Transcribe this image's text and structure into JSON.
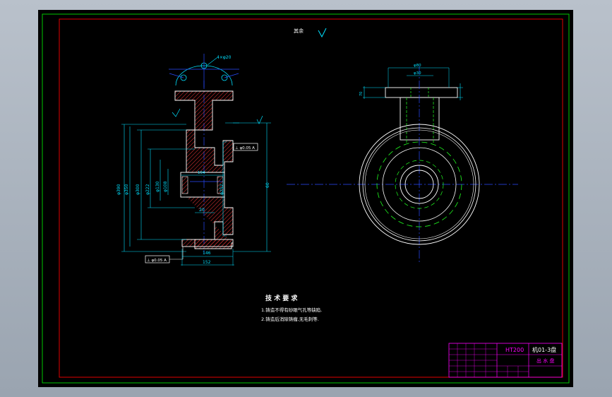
{
  "drawing": {
    "surface_roughness_note": "其余",
    "tech_requirements": {
      "title": "技 术 要 求",
      "items": [
        "1.铸造不得有砂眼气孔等缺陷.",
        "2.铸造后消除铸瘤,无毛刺等."
      ]
    },
    "dimensions": {
      "holes": "4×φ20",
      "d_outer": "φ390",
      "d_2": "φ350",
      "d_3": "φ300",
      "d_4": "φ222",
      "d_5": "φ130",
      "d_6": "φ108",
      "d_7": "φ252",
      "w_146": "146",
      "w_152": "152",
      "w_20": "20",
      "w_104": "104",
      "w_60": "60",
      "d_right_1": "φ30",
      "d_right_2": "φ80",
      "len_right": "70"
    },
    "tolerance_frames": [
      "⊥ φ0.05 A",
      "⊥ φ0.05 A"
    ],
    "datum_label": "A"
  },
  "title_block": {
    "material": "HT200",
    "drawing_no": "机01-3盘",
    "part_name": "出 水 盘"
  },
  "colors": {
    "frame_green": "#00c800",
    "border_red": "#e00000",
    "dim_cyan": "#00e0ff",
    "outline_white": "#ffffff",
    "center_blue": "#2a4cff",
    "hatch_red": "#d03030",
    "hidden_green": "#20ff20",
    "titleblock_magenta": "#ff00ff"
  }
}
